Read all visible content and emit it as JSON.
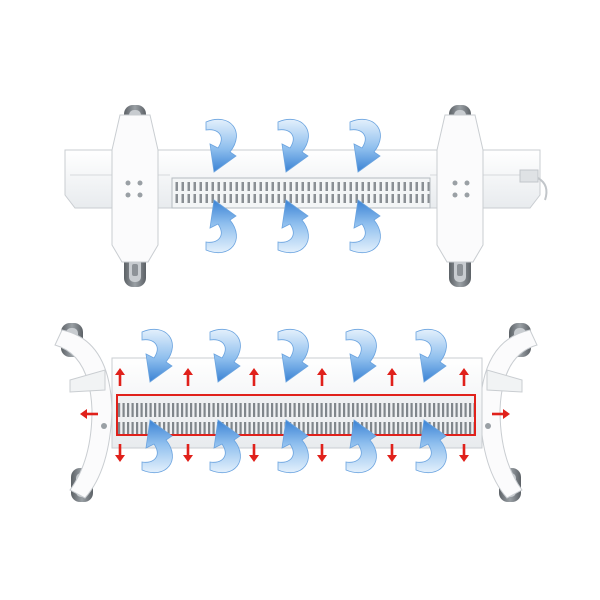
{
  "scene": {
    "background": "#ffffff",
    "colors": {
      "heater_body": "#f7f8f9",
      "heater_edge": "#c9cdd1",
      "grille_slot": "#8a8f94",
      "grille_bg": "#e9ecee",
      "wheel": "#6e7378",
      "wheel_hub": "#c4c8cc",
      "airflow_arrow_light": "#dcecfb",
      "airflow_arrow_dark": "#3f86d6",
      "heat_arrow": "#e0211b"
    },
    "icons": [
      "airflow-arrow-icon",
      "heat-arrow-icon",
      "wheel-icon"
    ],
    "top_heater": {
      "airflow_arrows_above": 3,
      "airflow_arrows_below": 3
    },
    "bottom_heater": {
      "airflow_arrows_above": 5,
      "airflow_arrows_below": 5,
      "heat_arrows_up": 6,
      "heat_arrows_down": 6,
      "heat_arrows_side": 2
    }
  }
}
